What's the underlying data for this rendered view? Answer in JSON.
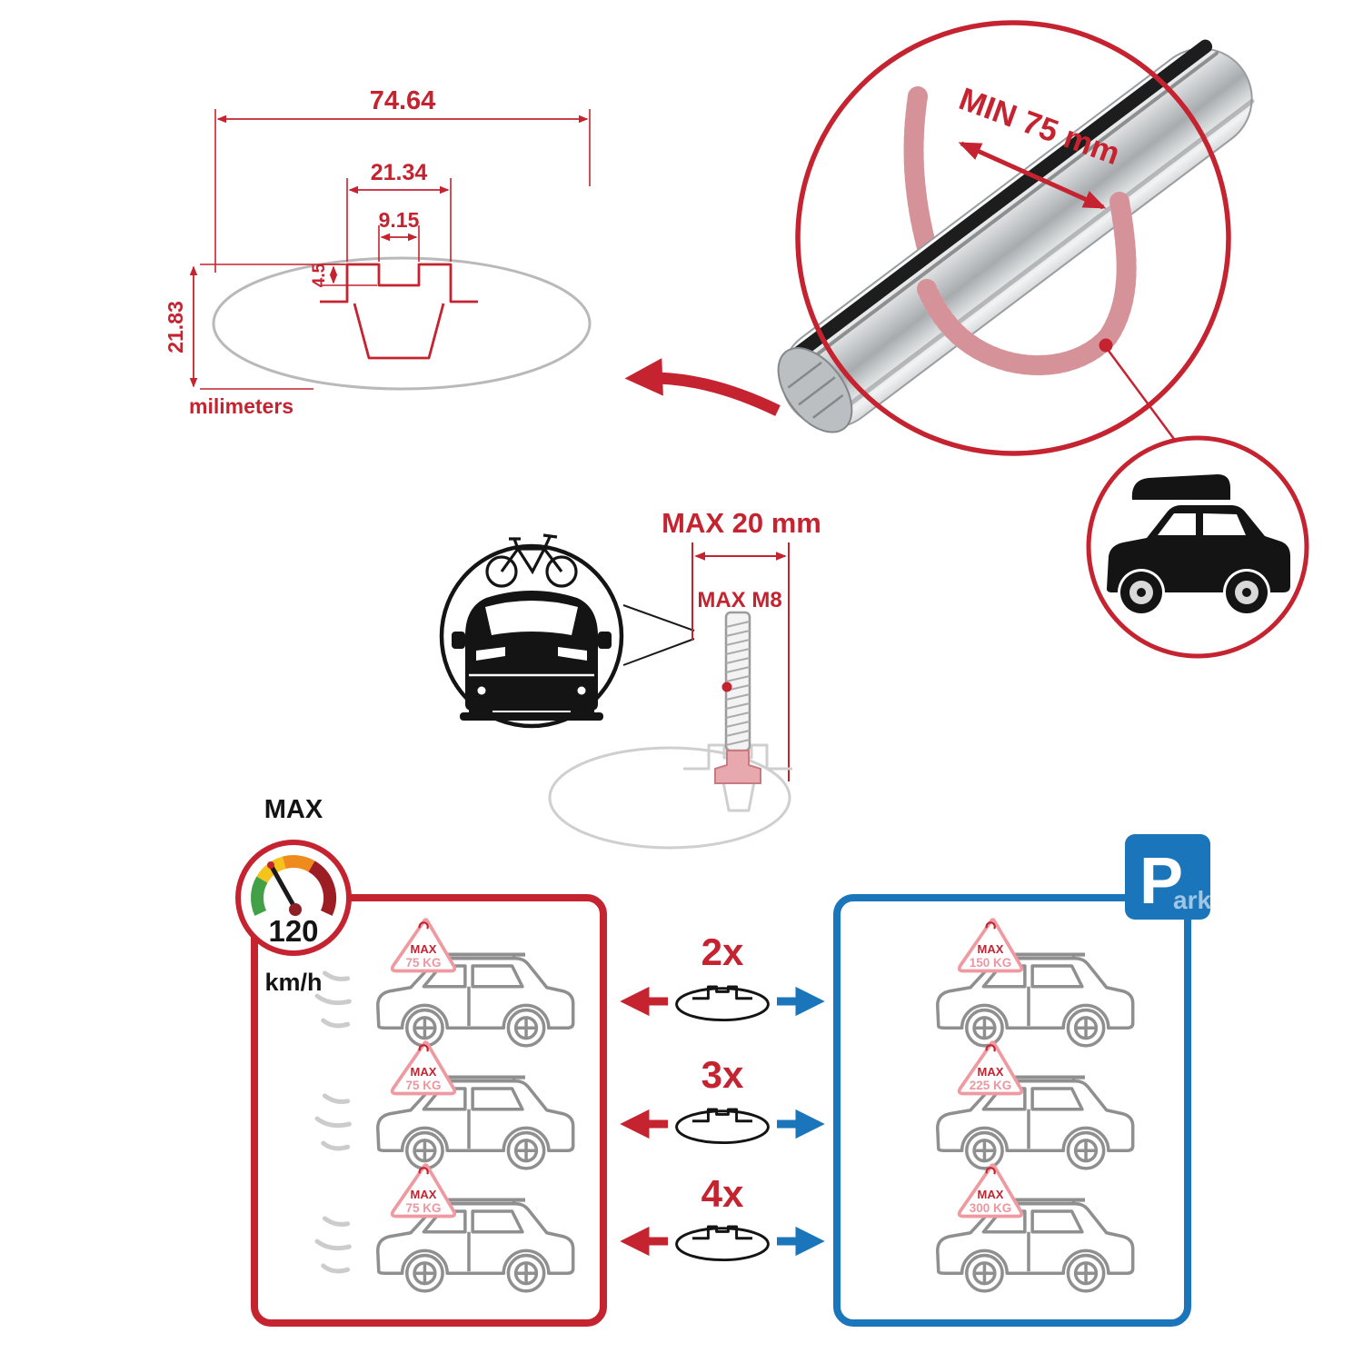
{
  "cross_section": {
    "total_width": "74.64",
    "channel_outer_width": "21.34",
    "channel_opening_width": "9.15",
    "lip_depth": "4.5",
    "total_height": "21.83",
    "units_label": "milimeters"
  },
  "bar_detail": {
    "min_span_label": "MIN 75 mm"
  },
  "mounting": {
    "max_width_label": "MAX 20 mm",
    "max_bolt_label": "MAX M8"
  },
  "speed_limit": {
    "title": "MAX",
    "value": "120",
    "units": "km/h"
  },
  "parking_sign": {
    "letter": "P",
    "suffix": "ark"
  },
  "bar_quantities": [
    "2x",
    "3x",
    "4x"
  ],
  "driving_panel": {
    "cars": [
      {
        "badge_title": "MAX",
        "badge_load": "75 KG"
      },
      {
        "badge_title": "MAX",
        "badge_load": "75 KG"
      },
      {
        "badge_title": "MAX",
        "badge_load": "75 KG"
      }
    ]
  },
  "parked_panel": {
    "cars": [
      {
        "badge_title": "MAX",
        "badge_load": "150 KG"
      },
      {
        "badge_title": "MAX",
        "badge_load": "225 KG"
      },
      {
        "badge_title": "MAX",
        "badge_load": "300 KG"
      }
    ]
  },
  "colors": {
    "accent_red": "#C4232F",
    "accent_blue": "#1B75BB"
  }
}
